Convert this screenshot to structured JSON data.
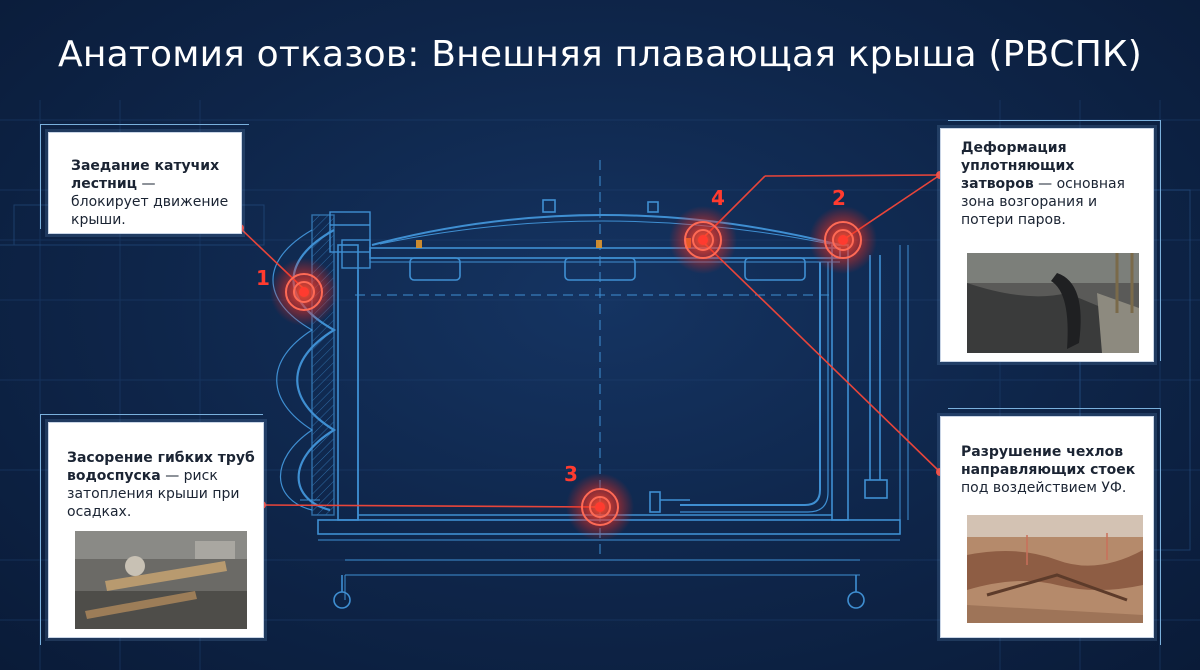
{
  "title": "Анатомия отказов: Внешняя плавающая крыша (РВСПК)",
  "colors": {
    "background": "#0d2244",
    "blueprint_line": "#3a86c8",
    "alert_red": "#ff3b2f",
    "card_bg": "#ffffff"
  },
  "markers": [
    {
      "label": "1"
    },
    {
      "label": "2"
    },
    {
      "label": "3"
    },
    {
      "label": "4"
    }
  ],
  "cards": {
    "ladder": {
      "bold": "Заедание катучих лестниц",
      "rest": " — блокирует движение крыши."
    },
    "drain": {
      "bold": "Засорение гибких труб водоспуска",
      "rest": " — риск затопления крыши при осадках."
    },
    "seals": {
      "bold": "Деформация уплотняющих затворов",
      "rest": " — основная зона возгорания и потери паров."
    },
    "covers": {
      "bold": "Разрушение чехлов направляющих стоек",
      "rest": " под воздействием УФ."
    }
  },
  "photos": {
    "drain": "drain-pipe-photo",
    "seals": "seal-deformation-photo",
    "covers": "guide-pole-cover-photo"
  }
}
